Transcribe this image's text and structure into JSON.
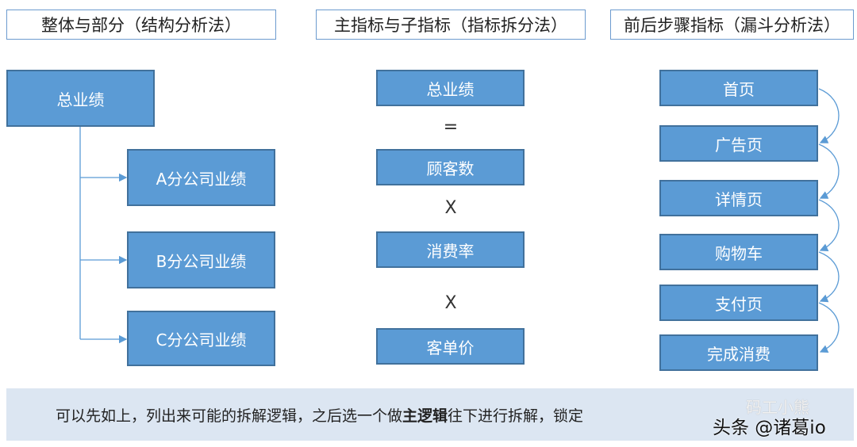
{
  "headers": [
    "整体与部分（结构分析法）",
    "主指标与子指标（指标拆分法）",
    "前后步骤指标（漏斗分析法）"
  ],
  "structure": {
    "root": "总业绩",
    "children": [
      "A分公司业绩",
      "B分公司业绩",
      "C分公司业绩"
    ]
  },
  "metric": {
    "items": [
      "总业绩",
      "顾客数",
      "消费率",
      "客单价"
    ],
    "operators": [
      "=",
      "X",
      "X"
    ]
  },
  "funnel": {
    "steps": [
      "首页",
      "广告页",
      "详情页",
      "购物车",
      "支付页",
      "完成消费"
    ]
  },
  "banner": {
    "before": "可以先如上，列出来可能的拆解逻辑，之后选一个做",
    "bold": "主逻辑",
    "after": "往下进行拆解，锁定"
  },
  "watermark": {
    "top": "码工小熊",
    "bottom": "头条 @诸葛io"
  },
  "colors": {
    "box": "#5b9bd5",
    "border": "#41719c",
    "banner": "#dce6f2"
  }
}
